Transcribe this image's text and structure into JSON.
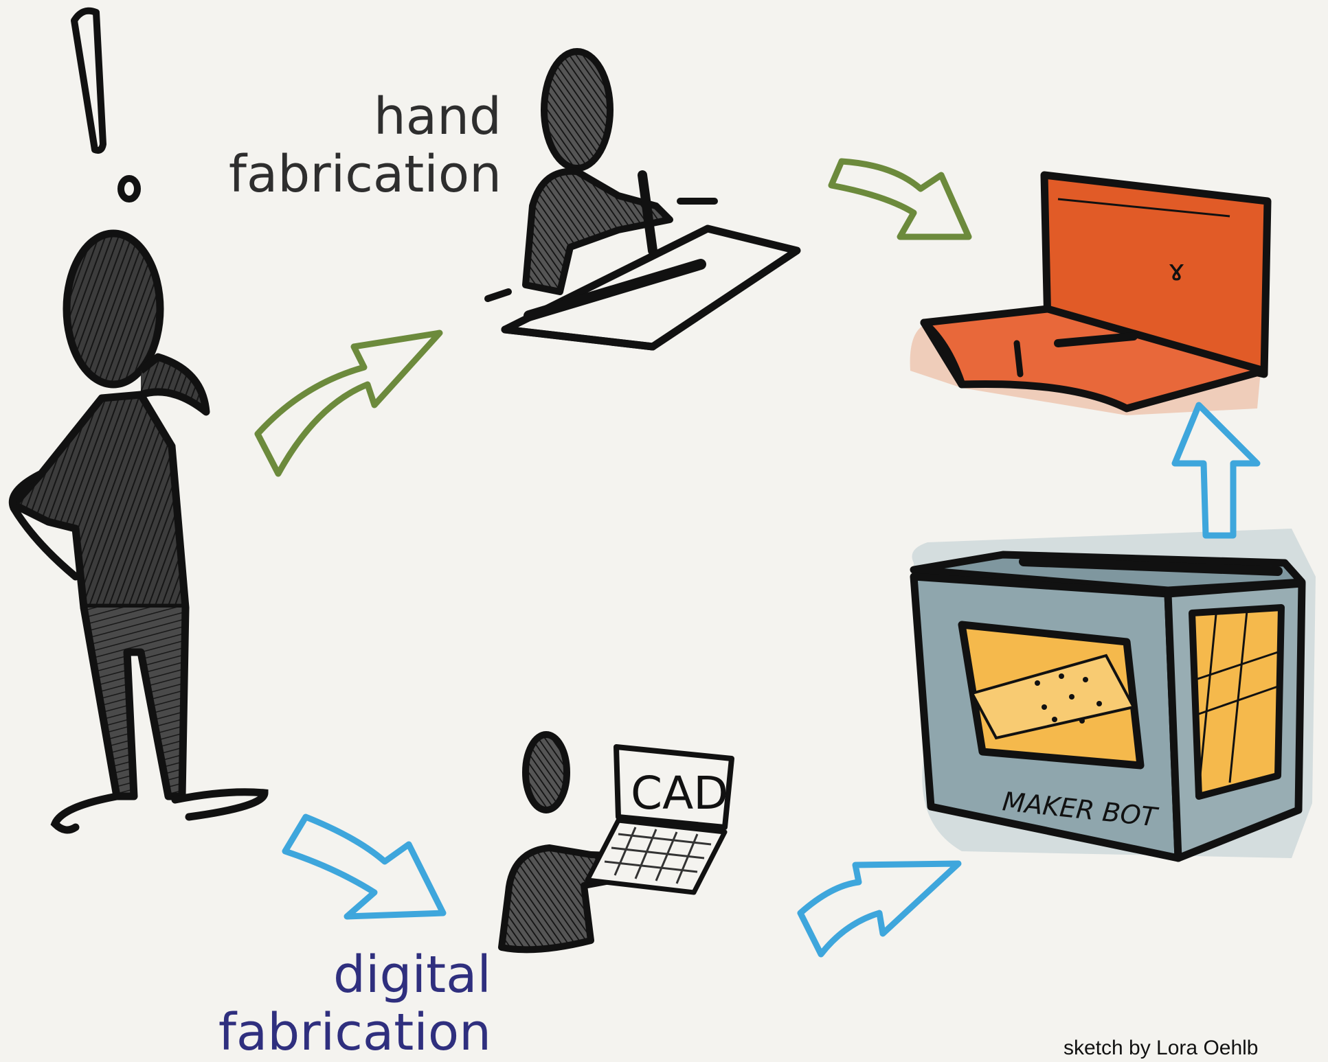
{
  "labels": {
    "hand_fabrication": {
      "line1": "hand",
      "line2": "fabrication",
      "color": "#2e2e2e"
    },
    "digital_fabrication": {
      "line1": "digital",
      "line2": "fabrication",
      "color": "#2f2f7e"
    }
  },
  "figures": {
    "computer_screen_text": "CAD",
    "printer_brand": "MAKER BOT",
    "chair_scribble": "ɤ"
  },
  "credit": "sketch by Lora Oehlb",
  "colors": {
    "hand_arrow": "#6c8a3c",
    "digital_arrow": "#3ea6dc",
    "chair": "#e15b27",
    "printer_body": "#8fa6ad",
    "printer_window": "#f5b94c",
    "ink": "#111111"
  }
}
